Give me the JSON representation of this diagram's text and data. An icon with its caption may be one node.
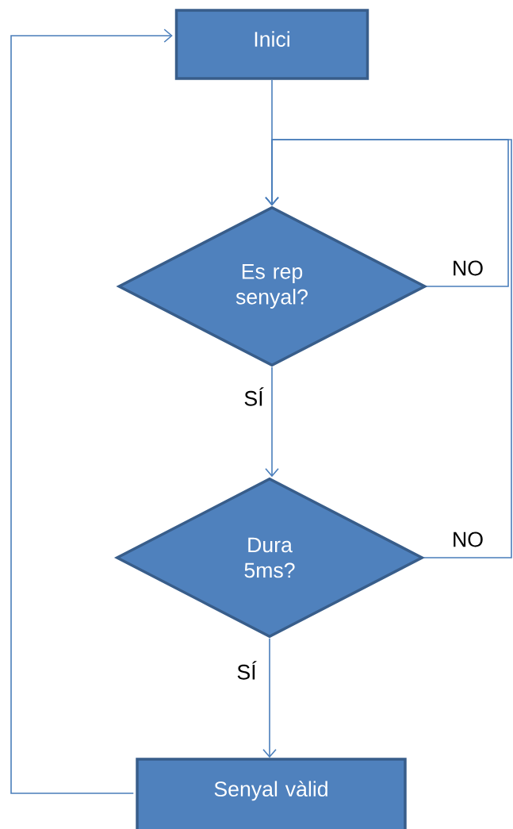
{
  "diagram": {
    "nodes": [
      {
        "text": [
          "Inici"
        ]
      },
      {
        "text": [
          "Es rep senyal?"
        ]
      },
      {
        "text": [
          "Dura 5ms?"
        ]
      },
      {
        "text": [
          "Senyal vàlid"
        ]
      }
    ],
    "edges": [
      {
        "from": 0,
        "to": 1,
        "arrow": "to"
      },
      {
        "from": 1,
        "to": 1,
        "arrow": "to",
        "label": "NO"
      },
      {
        "from": 1,
        "to": 2,
        "arrow": "to",
        "label": "SÍ"
      },
      {
        "from": 2,
        "to": 1,
        "arrow": "to",
        "label": "NO"
      },
      {
        "from": 2,
        "to": 3,
        "arrow": "to",
        "label": "SÍ"
      },
      {
        "from": 3,
        "to": 0,
        "arrow": "to"
      }
    ]
  }
}
